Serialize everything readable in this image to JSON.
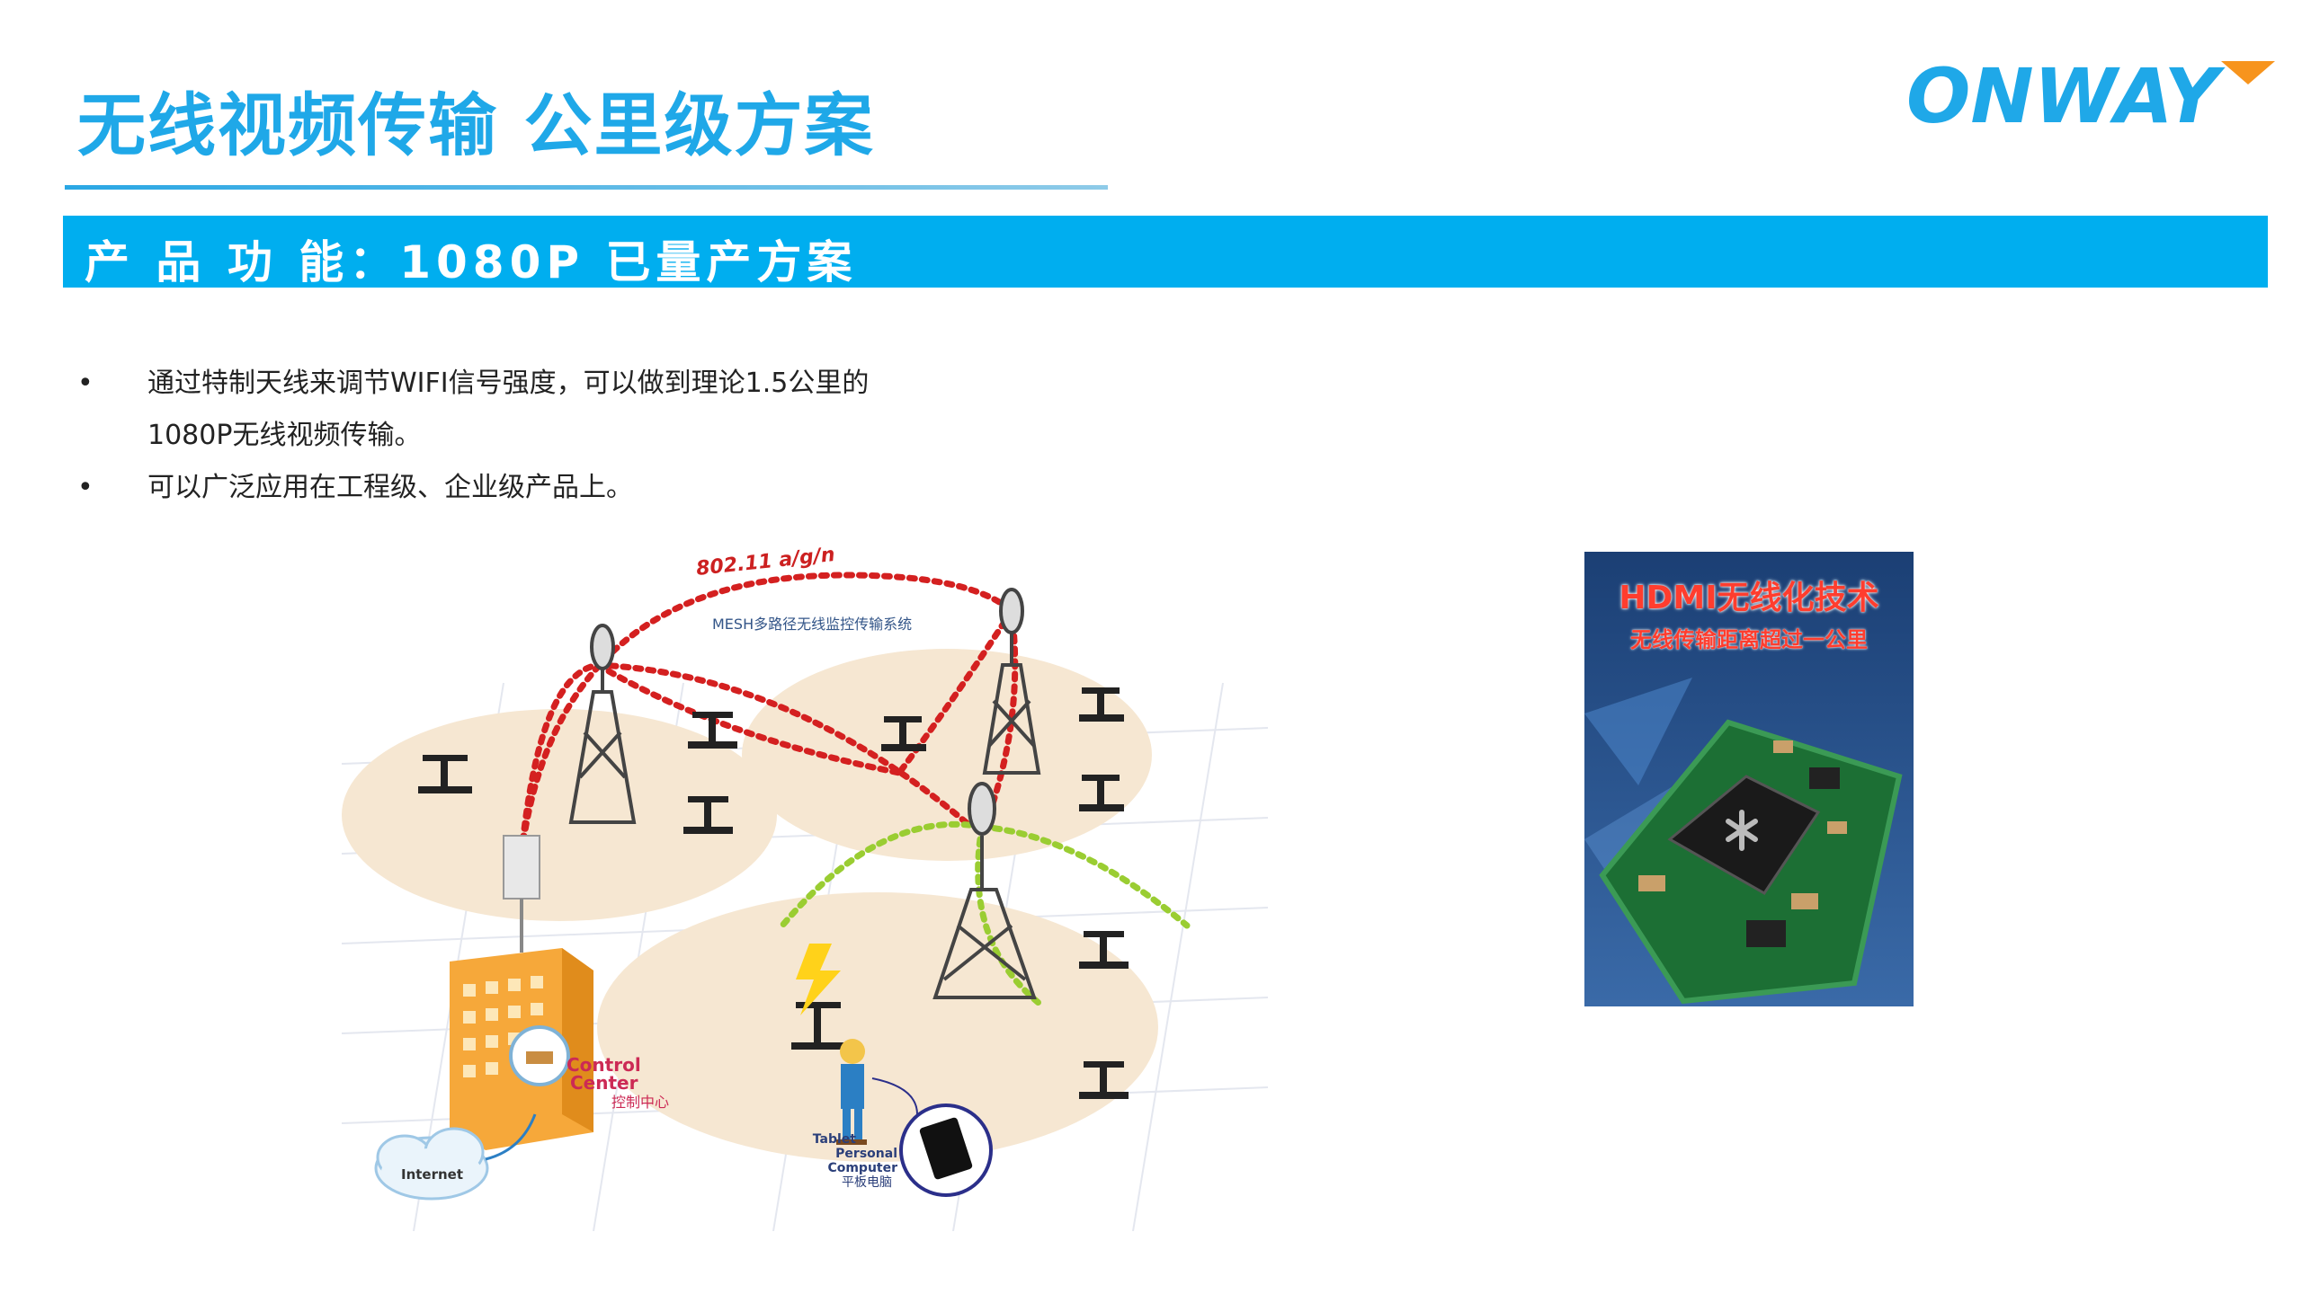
{
  "header": {
    "title": "无线视频传输 公里级方案",
    "logo_text": "ONWAY"
  },
  "section": {
    "label": "产 品 功 能：1080P 已量产方案"
  },
  "bullets": [
    {
      "line1": "通过特制天线来调节WIFI信号强度，可以做到理论1.5公里的",
      "line2": "1080P无线视频传输。"
    },
    {
      "line1": "可以广泛应用在工程级、企业级产品上。"
    }
  ],
  "diagram": {
    "protocol": "802.11 a/g/n",
    "mesh_label": "MESH多路径无线监控传输系统",
    "control_center_en_1": "Control",
    "control_center_en_2": "Center",
    "control_center_cn": "控制中心",
    "internet_label": "Internet",
    "tablet_en_1": "Tablet",
    "tablet_en_2": "Personal",
    "tablet_en_3": "Computer",
    "tablet_cn": "平板电脑"
  },
  "chip_panel": {
    "title": "HDMI无线化技术",
    "subtitle": "无线传输距离超过一公里"
  },
  "colors": {
    "accent_blue": "#00aeef",
    "title_blue": "#1fa8e8",
    "logo_orange": "#f7941d",
    "link_red": "#d42020",
    "link_green": "#9acd32"
  }
}
